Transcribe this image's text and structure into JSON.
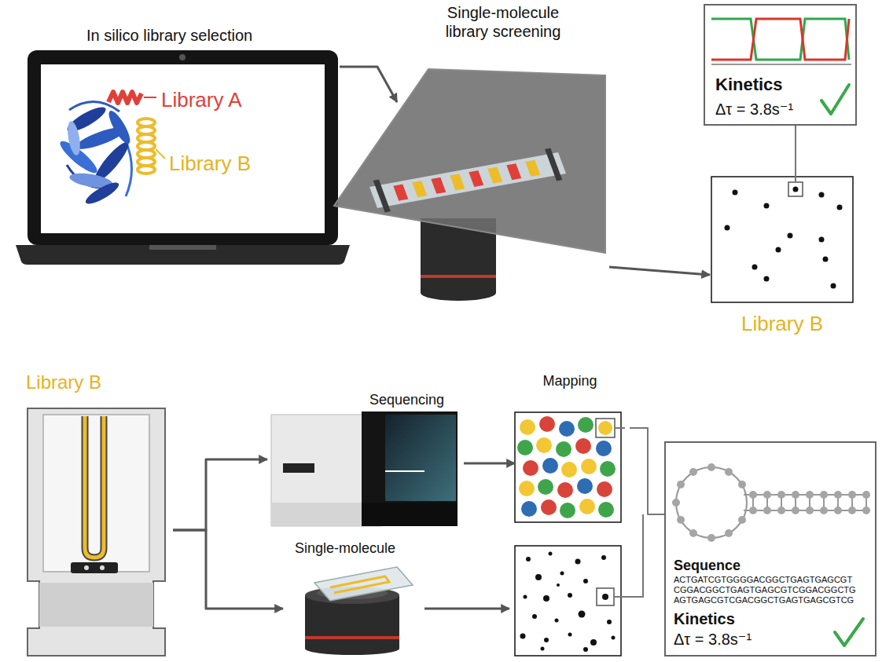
{
  "diagram": {
    "nodes": [
      {
        "text": [
          "In silico library selection",
          "Library A",
          "Library B"
        ]
      },
      {
        "text": [
          "Single-molecule library screening"
        ]
      },
      {
        "text": [
          "Kinetics",
          "Δτ = 3.8s⁻¹"
        ]
      },
      {
        "text": [
          "Library B"
        ]
      },
      {
        "text": [
          "Library B"
        ]
      },
      {
        "text": [
          "Sequencing"
        ]
      },
      {
        "text": [
          "Single-molecule"
        ]
      },
      {
        "text": [
          "Mapping"
        ]
      },
      {
        "text": [
          "Sequence",
          "ACTGATCGTGGGGACGGCTGAGTGAGCGT CGGACGGCTGAGTGAGCGTCGGACGGCTG AGTGAGCGTCGACGGCTGAGTGAGCGTCG",
          "Kinetics",
          "Δτ = 3.8s⁻¹"
        ]
      }
    ],
    "edges": [
      {
        "from": 0,
        "to": 1,
        "arrow": "to"
      },
      {
        "from": 1,
        "to": 3,
        "arrow": "to"
      },
      {
        "from": 3,
        "to": 2,
        "arrow": "none"
      },
      {
        "from": 4,
        "to": 5,
        "arrow": "to"
      },
      {
        "from": 4,
        "to": 6,
        "arrow": "to"
      },
      {
        "from": 5,
        "to": 7,
        "arrow": "to"
      },
      {
        "from": 7,
        "to": 8,
        "arrow": "none"
      }
    ]
  }
}
